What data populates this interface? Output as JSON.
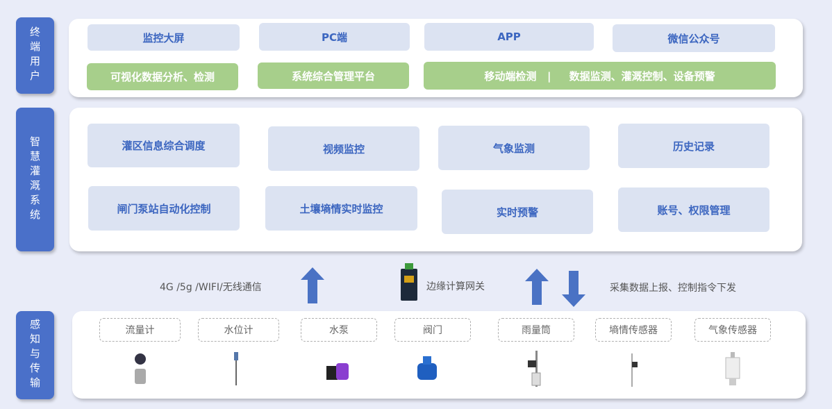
{
  "layers": {
    "terminal": "终端用户",
    "system": "智慧灌溉系统",
    "sensing": "感知与传输"
  },
  "terminal": {
    "row1": [
      "监控大屏",
      "PC端",
      "APP",
      "微信公众号"
    ],
    "row2": [
      "可视化数据分析、检测",
      "系统综合管理平台",
      "移动端检测   |     数据监测、灌溉控制、设备预警"
    ]
  },
  "system": {
    "row1": [
      "灌区信息综合调度",
      "视频监控",
      "气象监测",
      "历史记录"
    ],
    "row2": [
      "闸门泵站自动化控制",
      "土壤墒情实时监控",
      "实时预警",
      "账号、权限管理"
    ]
  },
  "transport": {
    "network": "4G /5g /WIFI/无线通信",
    "gateway": "边缘计算网关",
    "flow": "采集数据上报、控制指令下发"
  },
  "devices": [
    "流量计",
    "水位计",
    "水泵",
    "阀门",
    "雨量筒",
    "墒情传感器",
    "气象传感器"
  ],
  "colors": {
    "label": "#4a70c9",
    "box": "#dce3f2",
    "green": "#a7cf8b",
    "text": "#3c66c0"
  }
}
